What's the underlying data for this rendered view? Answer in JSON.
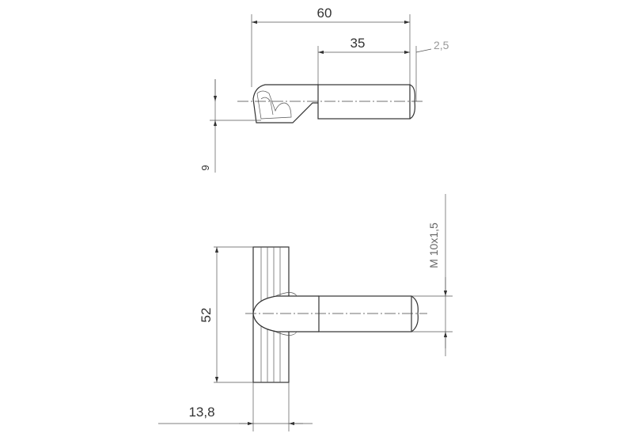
{
  "drawing": {
    "top_view": {
      "dim_overall_length": "60",
      "dim_shaft_length": "35",
      "dim_end": "2,5",
      "dim_height": "9"
    },
    "front_view": {
      "dim_head_height": "52",
      "dim_head_width": "13,8",
      "dim_thread": "M 10x1,5"
    }
  }
}
